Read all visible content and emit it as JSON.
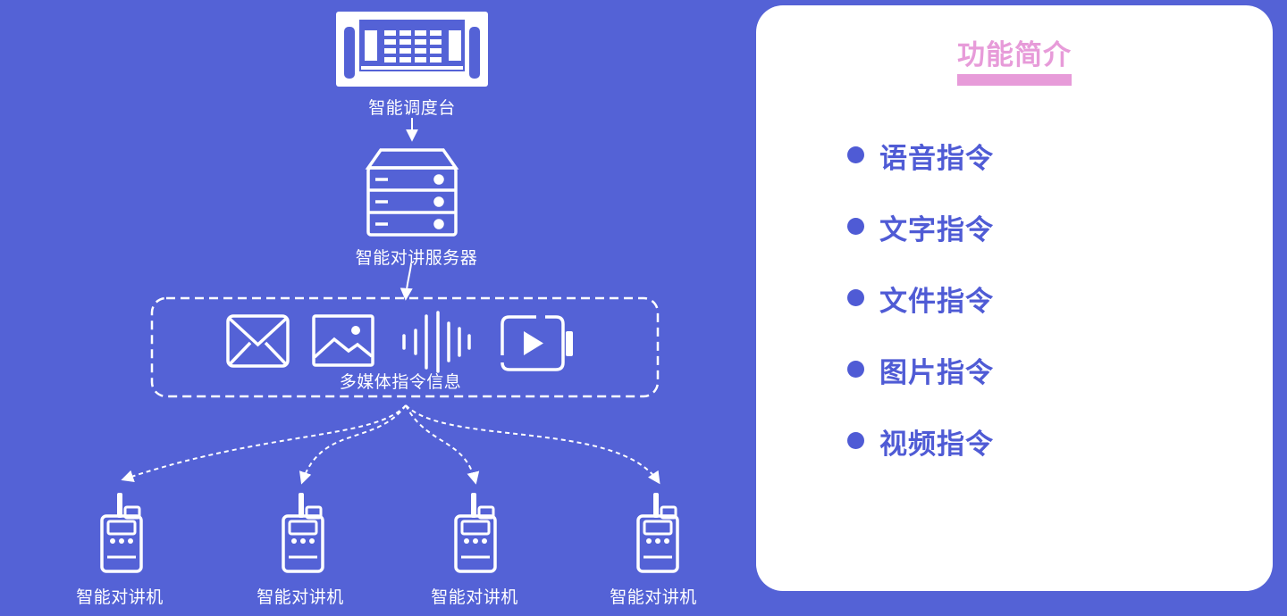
{
  "diagram": {
    "console_label": "智能调度台",
    "server_label": "智能对讲服务器",
    "multimedia_label": "多媒体指令信息",
    "radio_labels": [
      "智能对讲机",
      "智能对讲机",
      "智能对讲机",
      "智能对讲机"
    ],
    "icons": [
      "dispatch-console-icon",
      "server-rack-icon",
      "envelope-icon",
      "image-icon",
      "audio-wave-icon",
      "video-play-icon",
      "walkie-talkie-icon"
    ],
    "colors": {
      "background": "#5462D6",
      "lines": "#ffffff"
    }
  },
  "panel": {
    "title": "功能简介",
    "items": [
      "语音指令",
      "文字指令",
      "文件指令",
      "图片指令",
      "视频指令"
    ],
    "colors": {
      "title": "#E79BD9",
      "item": "#4F5BD5",
      "background": "#ffffff"
    }
  }
}
